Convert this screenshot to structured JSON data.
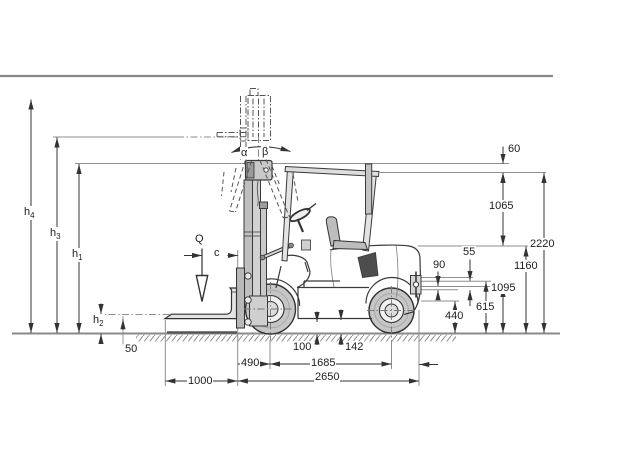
{
  "drawing": {
    "title": "Forklift side-view dimension diagram",
    "height_labels": {
      "h4": {
        "base": "h",
        "sub": "4"
      },
      "h3": {
        "base": "h",
        "sub": "3"
      },
      "h1": {
        "base": "h",
        "sub": "1"
      },
      "h2": {
        "base": "h",
        "sub": "2"
      }
    },
    "angle_labels": {
      "alpha": "α",
      "beta": "β"
    },
    "load_labels": {
      "q": "Q",
      "c": "c"
    },
    "dims": {
      "d60": "60",
      "d1065": "1065",
      "d2220": "2220",
      "d1160": "1160",
      "d55": "55",
      "d90": "90",
      "d1095": "1095",
      "d615": "615",
      "d440": "440",
      "d100": "100",
      "d142": "142",
      "d50": "50",
      "d490": "490",
      "d1685": "1685",
      "d1000": "1000",
      "d2650": "2650"
    },
    "colors": {
      "line": "#3a3a3a",
      "reference": "#8f8f8f",
      "fill_light": "#c9c9c9",
      "background": "#ffffff"
    }
  }
}
